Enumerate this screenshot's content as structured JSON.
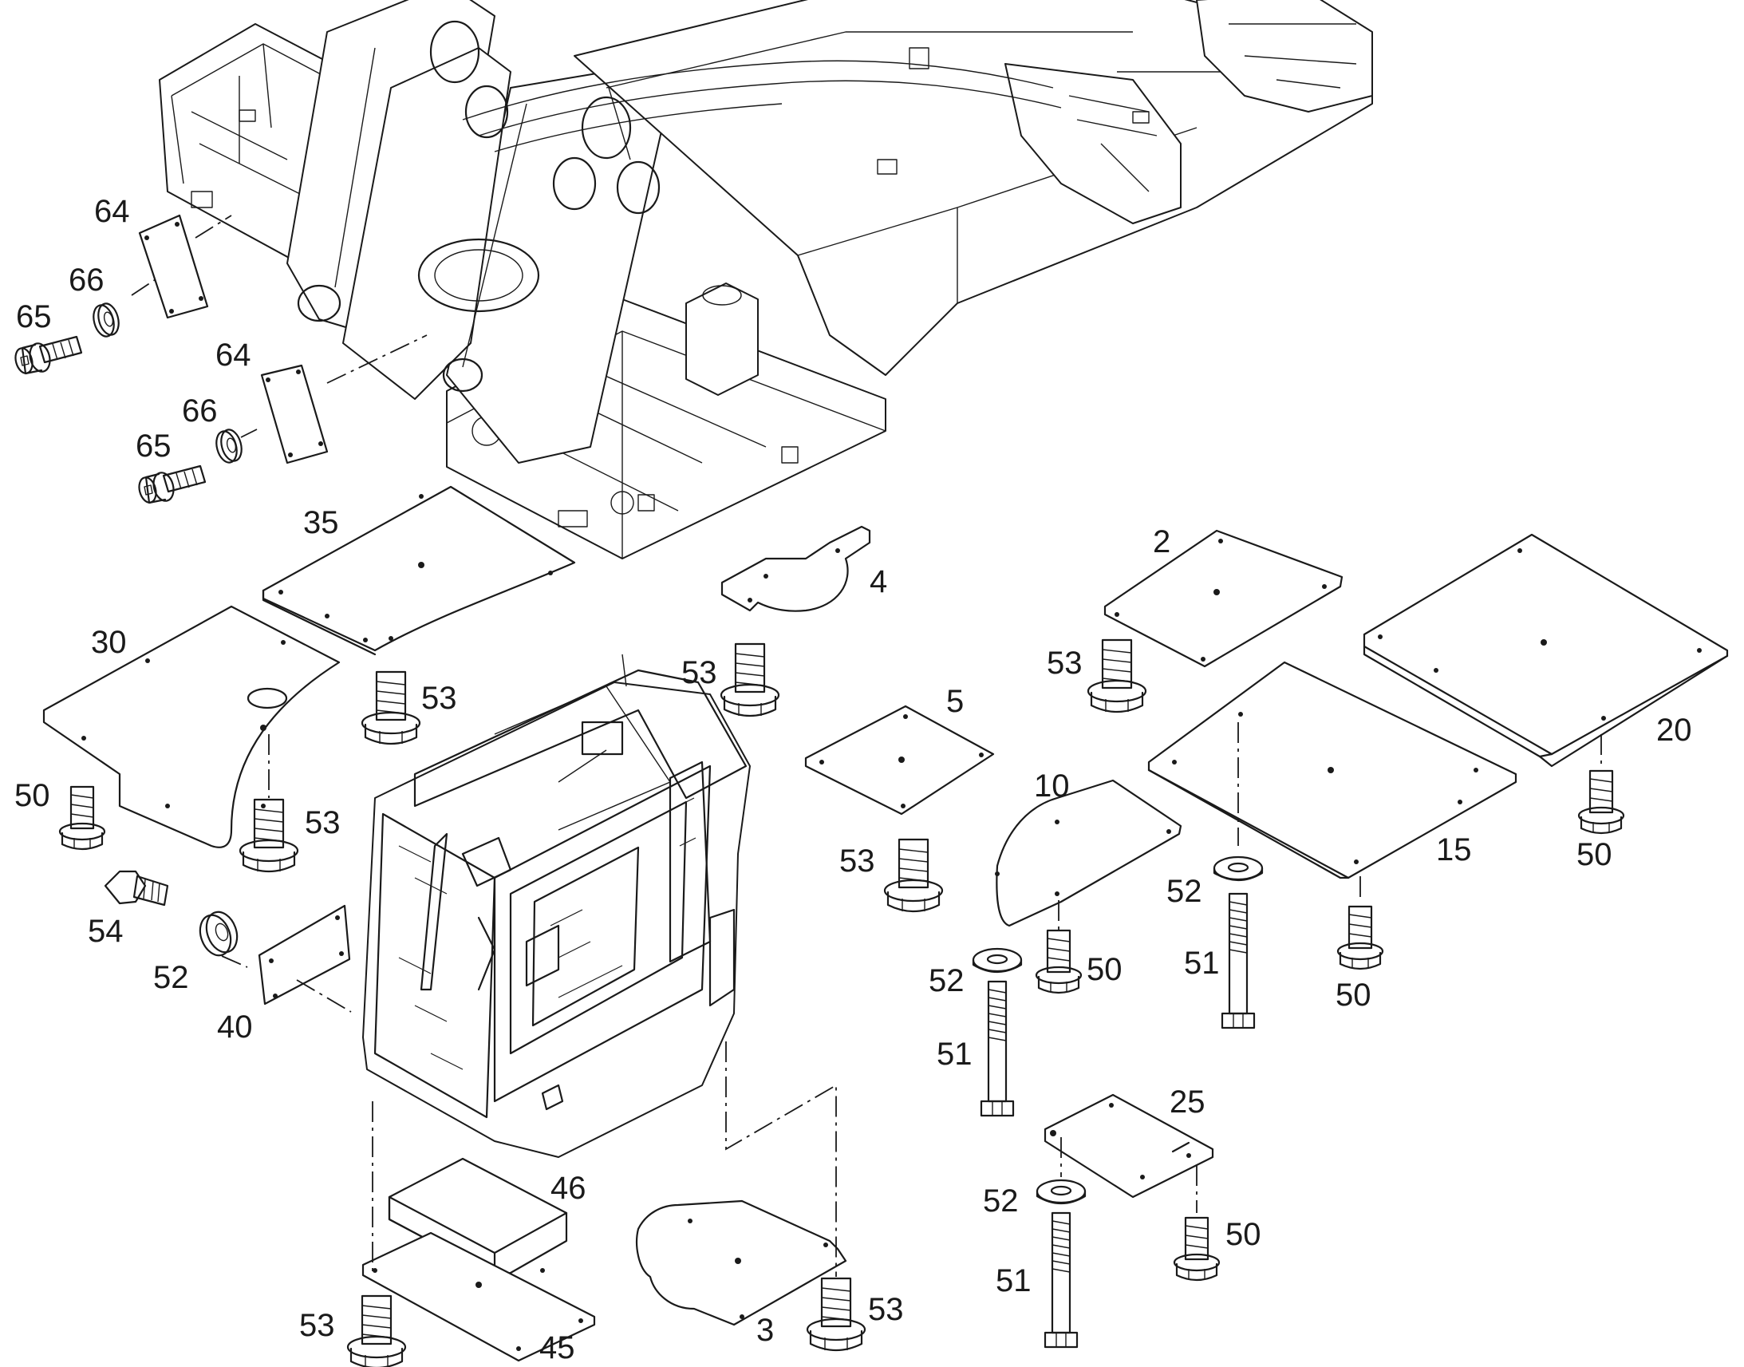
{
  "callouts": [
    {
      "id": "c64a",
      "text": "64"
    },
    {
      "id": "c66a",
      "text": "66"
    },
    {
      "id": "c65a",
      "text": "65"
    },
    {
      "id": "c64b",
      "text": "64"
    },
    {
      "id": "c66b",
      "text": "66"
    },
    {
      "id": "c65b",
      "text": "65"
    },
    {
      "id": "c35",
      "text": "35"
    },
    {
      "id": "c4",
      "text": "4"
    },
    {
      "id": "c2",
      "text": "2"
    },
    {
      "id": "c30",
      "text": "30"
    },
    {
      "id": "c53a",
      "text": "53"
    },
    {
      "id": "c53b",
      "text": "53"
    },
    {
      "id": "c53c",
      "text": "53"
    },
    {
      "id": "c5",
      "text": "5"
    },
    {
      "id": "c20",
      "text": "20"
    },
    {
      "id": "c50a",
      "text": "50"
    },
    {
      "id": "c53d",
      "text": "53"
    },
    {
      "id": "c10",
      "text": "10"
    },
    {
      "id": "c53e",
      "text": "53"
    },
    {
      "id": "c15",
      "text": "15"
    },
    {
      "id": "c52a",
      "text": "52"
    },
    {
      "id": "c50b",
      "text": "50"
    },
    {
      "id": "c54",
      "text": "54"
    },
    {
      "id": "c52b",
      "text": "52"
    },
    {
      "id": "c52c",
      "text": "52"
    },
    {
      "id": "c50c",
      "text": "50"
    },
    {
      "id": "c51a",
      "text": "51"
    },
    {
      "id": "c50d",
      "text": "50"
    },
    {
      "id": "c40",
      "text": "40"
    },
    {
      "id": "c51b",
      "text": "51"
    },
    {
      "id": "c25",
      "text": "25"
    },
    {
      "id": "c46",
      "text": "46"
    },
    {
      "id": "c52d",
      "text": "52"
    },
    {
      "id": "c50e",
      "text": "50"
    },
    {
      "id": "c51c",
      "text": "51"
    },
    {
      "id": "c53f",
      "text": "53"
    },
    {
      "id": "c53g",
      "text": "53"
    },
    {
      "id": "c3",
      "text": "3"
    },
    {
      "id": "c45",
      "text": "45"
    }
  ]
}
